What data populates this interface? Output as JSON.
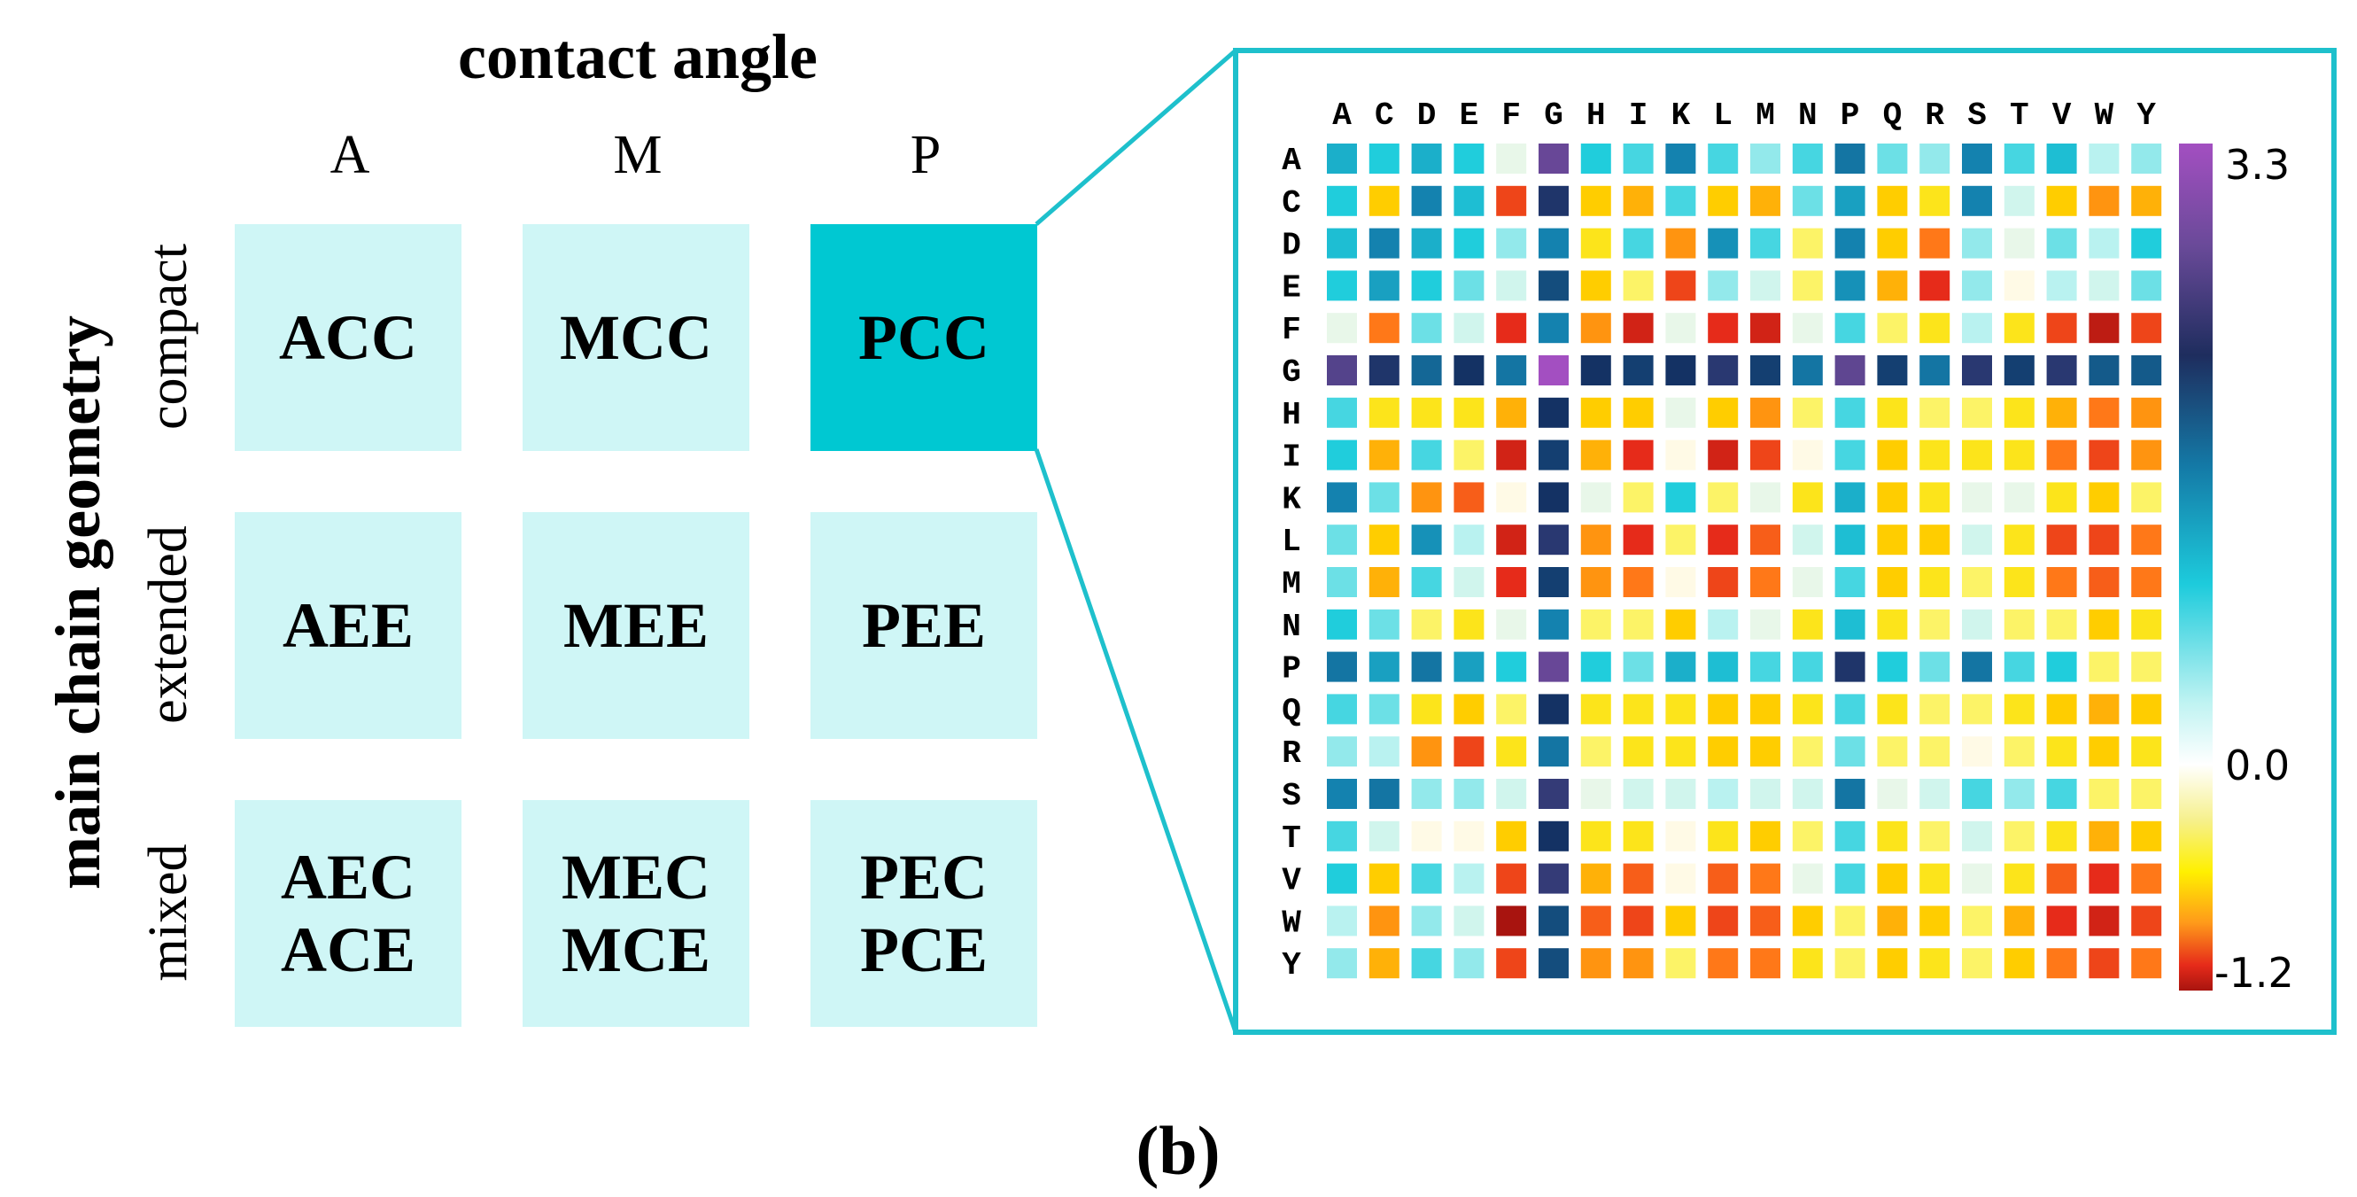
{
  "figure": {
    "contact_angle_title": "contact angle",
    "main_chain_title": "main chain geometry",
    "column_labels": [
      "A",
      "M",
      "P"
    ],
    "row_labels": [
      "compact",
      "extended",
      "mixed"
    ],
    "cells": [
      [
        "ACC",
        "MCC",
        "PCC"
      ],
      [
        "AEE",
        "MEE",
        "PEE"
      ],
      [
        "AEC\nACE",
        "MEC\nMCE",
        "PEC\nPCE"
      ]
    ],
    "highlighted_cell": "PCC",
    "panel_label": "(b)",
    "colors": {
      "cell_fill": "#cff6f6",
      "highlight_fill": "#00c8d2",
      "zoom_line": "#1ec0cc"
    }
  },
  "chart_data": {
    "type": "heatmap",
    "x_labels": [
      "A",
      "C",
      "D",
      "E",
      "F",
      "G",
      "H",
      "I",
      "K",
      "L",
      "M",
      "N",
      "P",
      "Q",
      "R",
      "S",
      "T",
      "V",
      "W",
      "Y"
    ],
    "y_labels": [
      "A",
      "C",
      "D",
      "E",
      "F",
      "G",
      "H",
      "I",
      "K",
      "L",
      "M",
      "N",
      "P",
      "Q",
      "R",
      "S",
      "T",
      "V",
      "W",
      "Y"
    ],
    "colorbar": {
      "min": -1.2,
      "max": 3.3,
      "tick_labels": [
        "3.3",
        "0.0",
        "-1.2"
      ],
      "ticks": [
        3.3,
        0.0,
        -1.2
      ]
    },
    "values": [
      [
        0.9,
        0.7,
        0.9,
        0.7,
        0.1,
        2.6,
        0.7,
        0.6,
        1.2,
        0.6,
        0.4,
        0.6,
        1.3,
        0.5,
        0.4,
        1.2,
        0.6,
        0.8,
        0.3,
        0.4
      ],
      [
        0.7,
        -0.3,
        1.2,
        0.8,
        -0.8,
        1.9,
        -0.3,
        -0.4,
        0.6,
        -0.3,
        -0.4,
        0.5,
        1.0,
        -0.3,
        -0.2,
        1.2,
        0.2,
        -0.3,
        -0.5,
        -0.4
      ],
      [
        0.8,
        1.2,
        0.9,
        0.7,
        0.4,
        1.2,
        -0.2,
        0.6,
        -0.5,
        1.1,
        0.6,
        -0.1,
        1.2,
        -0.3,
        -0.6,
        0.4,
        0.1,
        0.5,
        0.3,
        0.7
      ],
      [
        0.7,
        1.0,
        0.7,
        0.5,
        0.2,
        1.6,
        -0.3,
        -0.1,
        -0.8,
        0.4,
        0.2,
        -0.1,
        1.1,
        -0.4,
        -0.9,
        0.4,
        0.0,
        0.3,
        0.2,
        0.5
      ],
      [
        0.1,
        -0.6,
        0.5,
        0.2,
        -0.9,
        1.2,
        -0.5,
        -1.0,
        0.1,
        -0.9,
        -1.0,
        0.1,
        0.6,
        -0.1,
        -0.2,
        0.3,
        -0.2,
        -0.8,
        -1.1,
        -0.8
      ],
      [
        2.4,
        1.9,
        1.4,
        1.8,
        1.3,
        3.3,
        1.8,
        1.7,
        1.8,
        2.0,
        1.7,
        1.3,
        2.5,
        1.7,
        1.3,
        2.0,
        1.7,
        2.0,
        1.5,
        1.5
      ],
      [
        0.6,
        -0.2,
        -0.2,
        -0.2,
        -0.4,
        1.8,
        -0.3,
        -0.3,
        0.1,
        -0.3,
        -0.5,
        -0.1,
        0.6,
        -0.2,
        -0.1,
        -0.1,
        -0.2,
        -0.4,
        -0.6,
        -0.5
      ],
      [
        0.7,
        -0.4,
        0.6,
        -0.1,
        -1.0,
        1.7,
        -0.4,
        -0.9,
        0.0,
        -1.0,
        -0.8,
        0.0,
        0.6,
        -0.3,
        -0.2,
        -0.2,
        -0.2,
        -0.6,
        -0.8,
        -0.5
      ],
      [
        1.2,
        0.5,
        -0.5,
        -0.7,
        0.0,
        1.8,
        0.1,
        -0.1,
        0.7,
        -0.1,
        0.1,
        -0.2,
        0.9,
        -0.3,
        -0.2,
        0.1,
        0.1,
        -0.2,
        -0.3,
        -0.1
      ],
      [
        0.5,
        -0.3,
        1.1,
        0.3,
        -1.0,
        2.0,
        -0.5,
        -0.9,
        -0.1,
        -0.9,
        -0.7,
        0.2,
        0.8,
        -0.3,
        -0.3,
        0.2,
        -0.2,
        -0.8,
        -0.8,
        -0.6
      ],
      [
        0.5,
        -0.4,
        0.6,
        0.2,
        -0.9,
        1.7,
        -0.5,
        -0.6,
        0.0,
        -0.8,
        -0.6,
        0.1,
        0.6,
        -0.3,
        -0.2,
        -0.1,
        -0.2,
        -0.6,
        -0.7,
        -0.6
      ],
      [
        0.7,
        0.5,
        -0.1,
        -0.2,
        0.1,
        1.2,
        -0.1,
        -0.1,
        -0.3,
        0.3,
        0.1,
        -0.2,
        0.8,
        -0.2,
        -0.1,
        0.2,
        -0.1,
        -0.1,
        -0.3,
        -0.2
      ],
      [
        1.3,
        1.0,
        1.3,
        1.0,
        0.7,
        2.6,
        0.7,
        0.5,
        0.9,
        0.8,
        0.6,
        0.6,
        1.9,
        0.7,
        0.5,
        1.3,
        0.6,
        0.7,
        -0.1,
        -0.1
      ],
      [
        0.6,
        0.5,
        -0.2,
        -0.3,
        -0.1,
        1.8,
        -0.2,
        -0.2,
        -0.2,
        -0.3,
        -0.3,
        -0.2,
        0.6,
        -0.2,
        -0.1,
        -0.1,
        -0.2,
        -0.3,
        -0.4,
        -0.3
      ],
      [
        0.4,
        0.3,
        -0.5,
        -0.8,
        -0.2,
        1.3,
        -0.1,
        -0.2,
        -0.2,
        -0.3,
        -0.3,
        -0.1,
        0.5,
        -0.1,
        -0.1,
        0.0,
        -0.1,
        -0.2,
        -0.3,
        -0.2
      ],
      [
        1.2,
        1.3,
        0.4,
        0.4,
        0.2,
        2.1,
        0.1,
        0.2,
        0.2,
        0.3,
        0.2,
        0.2,
        1.3,
        0.1,
        0.2,
        0.6,
        0.4,
        0.6,
        -0.1,
        -0.1
      ],
      [
        0.6,
        0.2,
        0.0,
        0.0,
        -0.3,
        1.8,
        -0.2,
        -0.2,
        0.0,
        -0.2,
        -0.3,
        -0.1,
        0.6,
        -0.2,
        -0.1,
        0.2,
        -0.1,
        -0.2,
        -0.4,
        -0.3
      ],
      [
        0.7,
        -0.3,
        0.6,
        0.3,
        -0.8,
        2.1,
        -0.4,
        -0.7,
        0.0,
        -0.7,
        -0.6,
        0.1,
        0.6,
        -0.3,
        -0.2,
        0.1,
        -0.2,
        -0.7,
        -0.9,
        -0.6
      ],
      [
        0.3,
        -0.5,
        0.4,
        0.2,
        -1.2,
        1.6,
        -0.7,
        -0.8,
        -0.3,
        -0.8,
        -0.7,
        -0.3,
        -0.1,
        -0.4,
        -0.3,
        -0.1,
        -0.4,
        -0.9,
        -1.0,
        -0.8
      ],
      [
        0.4,
        -0.4,
        0.6,
        0.4,
        -0.8,
        1.6,
        -0.5,
        -0.5,
        -0.1,
        -0.6,
        -0.6,
        -0.2,
        -0.1,
        -0.3,
        -0.2,
        -0.1,
        -0.3,
        -0.6,
        -0.8,
        -0.6
      ]
    ]
  }
}
